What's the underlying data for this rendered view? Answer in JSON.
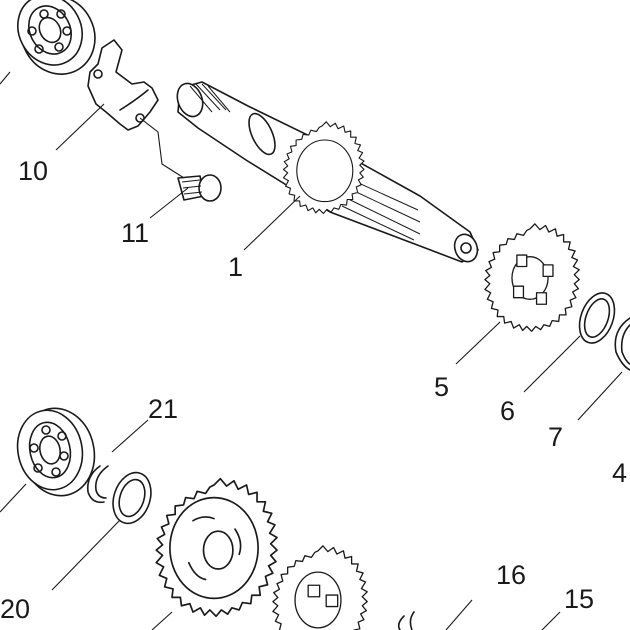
{
  "callouts": {
    "c1": "1",
    "c4": "4",
    "c5": "5",
    "c6": "6",
    "c7": "7",
    "c10": "10",
    "c11": "11",
    "c15": "15",
    "c16": "16",
    "c20": "20",
    "c21": "21"
  }
}
